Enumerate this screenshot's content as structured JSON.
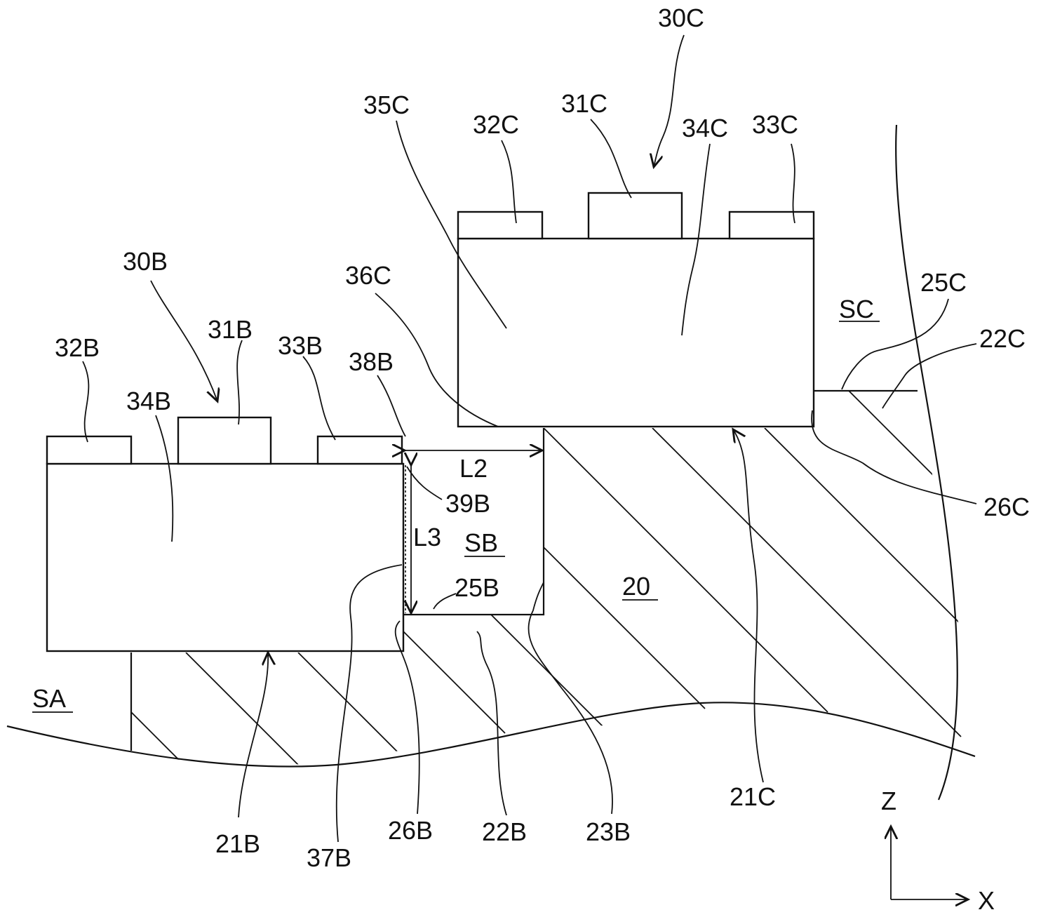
{
  "labels": {
    "l30C": "30C",
    "l35C": "35C",
    "l32C": "32C",
    "l31C": "31C",
    "l34C": "34C",
    "l33C": "33C",
    "l30B": "30B",
    "l36C": "36C",
    "l25C": "25C",
    "lSC": "SC",
    "l22C": "22C",
    "l31B": "31B",
    "l32B": "32B",
    "l33B": "33B",
    "l38B": "38B",
    "l34B": "34B",
    "lL2": "L2",
    "l39B": "39B",
    "l26C": "26C",
    "lL3": "L3",
    "lSB": "SB",
    "l20": "20",
    "l25B": "25B",
    "lSA": "SA",
    "l21C": "21C",
    "l21B": "21B",
    "l26B": "26B",
    "l22B": "22B",
    "l23B": "23B",
    "l37B": "37B",
    "axisZ": "Z",
    "axisX": "X"
  }
}
